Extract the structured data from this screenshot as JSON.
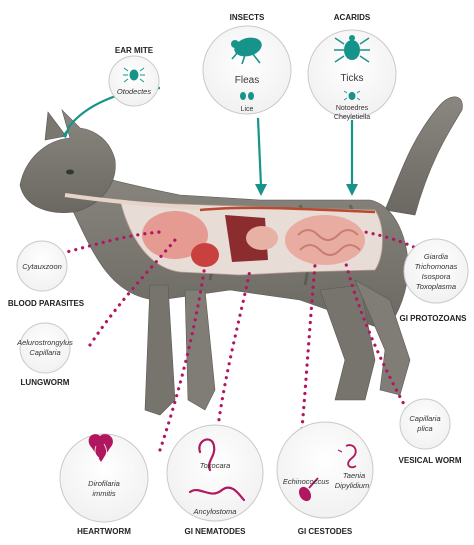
{
  "colors": {
    "teal": "#17948a",
    "magenta": "#b0175f",
    "circle_stroke": "#c9c9c9",
    "cat_fur": "#7d7a74",
    "cat_dark": "#4a4844"
  },
  "ectoparasites": {
    "ear_mite": {
      "title": "EAR MITE",
      "names": [
        "Otodectes"
      ],
      "icon": "mite-icon"
    },
    "insects": {
      "title": "INSECTS",
      "names": [
        "Fleas",
        "Lice"
      ],
      "icons": [
        "flea-icon",
        "lice-icon"
      ]
    },
    "acarids": {
      "title": "ACARIDS",
      "names": [
        "Ticks",
        "Notoedres",
        "Cheyletiella"
      ],
      "icons": [
        "tick-icon",
        "mite-icon"
      ]
    }
  },
  "endoparasites": {
    "blood_parasites": {
      "title": "BLOOD PARASITES",
      "names": [
        "Cytauxzoon"
      ]
    },
    "lungworm": {
      "title": "LUNGWORM",
      "names": [
        "Aelurostrongylus",
        "Capillaria"
      ]
    },
    "heartworm": {
      "title": "HEARTWORM",
      "names": [
        "Dirofilaria",
        "immitis"
      ],
      "icon": "heart-icon"
    },
    "gi_nematodes": {
      "title": "GI NEMATODES",
      "names": [
        "Toxocara",
        "Ancylostoma"
      ],
      "icon": "roundworm-icon"
    },
    "gi_cestodes": {
      "title": "GI CESTODES",
      "names": [
        "Echinococcus",
        "Taenia",
        "Dipylidium"
      ],
      "icon": "tapeworm-icon"
    },
    "vesical_worm": {
      "title": "VESICAL WORM",
      "names": [
        "Capillaria",
        "plica"
      ]
    },
    "gi_protozoans": {
      "title": "GI PROTOZOANS",
      "names": [
        "Giardia",
        "Trichomonas",
        "Isospora",
        "Toxoplasma"
      ]
    }
  }
}
